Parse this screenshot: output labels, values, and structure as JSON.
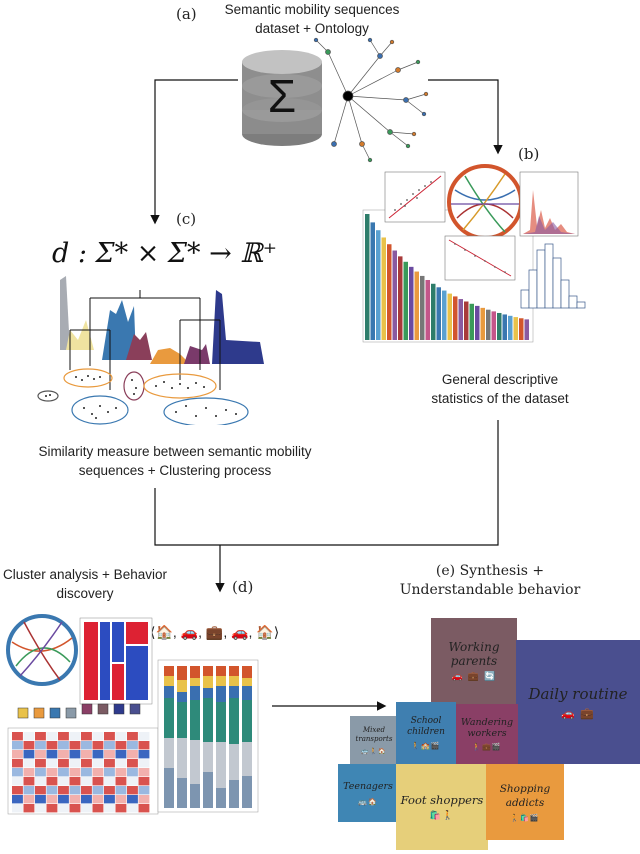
{
  "panel_a": {
    "letter": "(a)",
    "title_line1": "Semantic mobility sequences",
    "title_line2": "dataset + Ontology",
    "db_symbol": "Σ"
  },
  "panel_b": {
    "letter": "(b)",
    "caption_line1": "General descriptive",
    "caption_line2": "statistics of the dataset"
  },
  "panel_c": {
    "letter": "(c)",
    "formula": "d : Σ* × Σ* → ℝ⁺",
    "caption_line1": "Similarity measure between semantic mobility",
    "caption_line2": "sequences +  Clustering process"
  },
  "panel_d": {
    "letter": "(d)",
    "caption_line1": "Cluster analysis + Behavior",
    "caption_line2": "discovery",
    "sequence_icons": "⟨🏠, 🚗, 💼, 🚗, 🏠⟩"
  },
  "panel_e": {
    "letter": "(e) Synthesis +",
    "caption_line2": "Understandable behavior",
    "tiles": [
      {
        "label": "Working parents",
        "icons": "🚗 💼 🔄",
        "color": "#7b5b63"
      },
      {
        "label": "Daily routine",
        "icons": "🚗 💼",
        "color": "#4a4f8f"
      },
      {
        "label": "Mixed transports",
        "icons": "🚌🚶🏠",
        "color": "#8a9aa8"
      },
      {
        "label": "School children",
        "icons": "🚶🏫🎬",
        "color": "#3f7fb0"
      },
      {
        "label": "Wandering workers",
        "icons": "🚶💼🎬",
        "color": "#8a3f66"
      },
      {
        "label": "Teenagers",
        "icons": "🚌🏠",
        "color": "#3f86b4"
      },
      {
        "label": "Foot shoppers",
        "icons": "🛍️🚶",
        "color": "#e6cf7a"
      },
      {
        "label": "Shopping addicts",
        "icons": "🚶🛍️🎬",
        "color": "#e99a3e"
      }
    ]
  },
  "colors": {
    "arrow": "#111111",
    "db_body": "#8a8a8a",
    "db_top": "#b9b9b9"
  }
}
